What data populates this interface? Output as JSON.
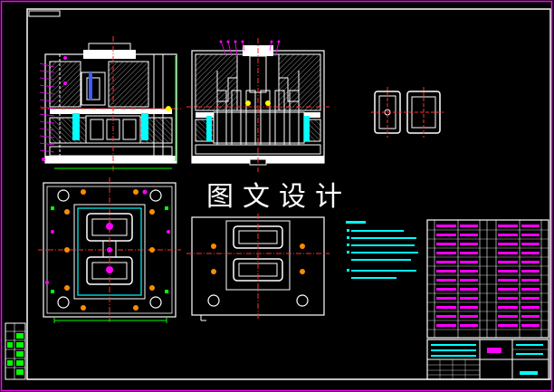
{
  "watermark_title": "图文设计",
  "colors": {
    "background": "#000000",
    "frame": "#ffffff",
    "outer_border": "#ff00ff",
    "green": "#00ff00",
    "cyan": "#00ffff",
    "magenta": "#ff00ff",
    "yellow": "#ffff00",
    "red": "#ff3030",
    "orange": "#ff8c00",
    "blue": "#3c5cff",
    "hatch": "#9a9a9a"
  },
  "views": [
    "front-section-view",
    "side-section-view",
    "plan-view-moving-half",
    "plan-view-fixed-half",
    "cavity-insert-detail",
    "technical-notes",
    "parts-list-table",
    "title-block",
    "revision-strip"
  ]
}
